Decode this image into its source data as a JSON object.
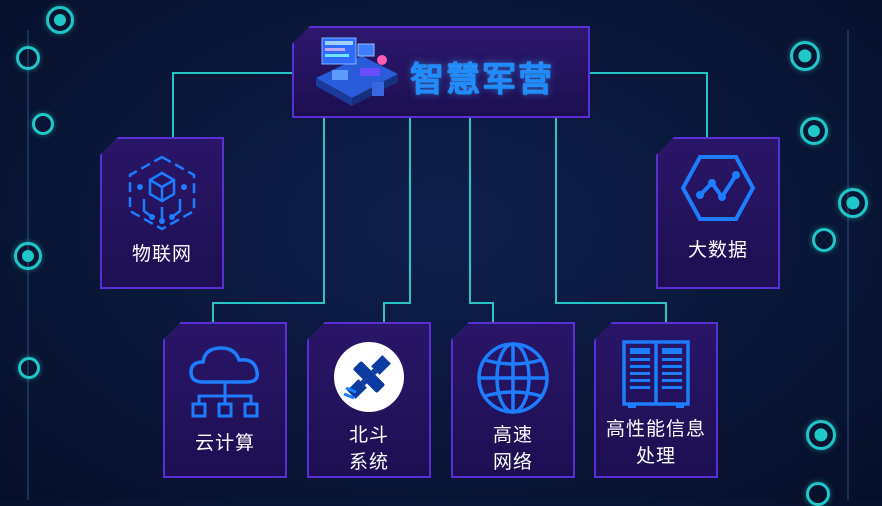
{
  "title": "智慧军营",
  "colors": {
    "background": "#0a1738",
    "card_fill": "#24135e",
    "card_border": "#5a2fd6",
    "line": "#27c3c6",
    "title": "#1e8bff",
    "icon_blue": "#1e7cff"
  },
  "nodes": {
    "iot": {
      "label": "物联网",
      "icon": "iot-chip-icon"
    },
    "bigdata": {
      "label": "大数据",
      "icon": "hexagon-chart-icon"
    },
    "cloud": {
      "label": "云计算",
      "icon": "cloud-network-icon"
    },
    "beidou": {
      "line1": "北斗",
      "line2": "系统",
      "icon": "satellite-icon"
    },
    "network": {
      "line1": "高速",
      "line2": "网络",
      "icon": "globe-icon"
    },
    "hpc": {
      "line1": "高性能信息",
      "line2": "处理",
      "icon": "server-cabinet-icon"
    }
  }
}
